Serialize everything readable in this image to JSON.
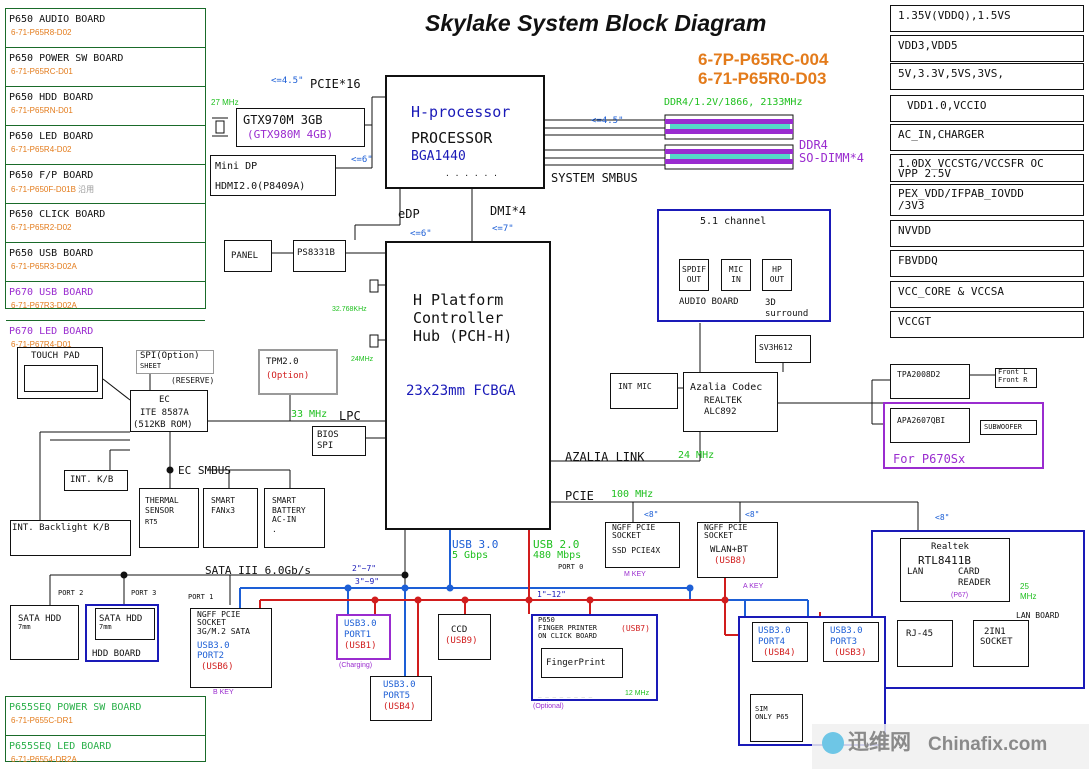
{
  "colors": {
    "blue": "#1d5fd6",
    "red": "#d11d1d",
    "green": "#20c020",
    "orange": "#e37b1b",
    "purple": "#9a2ccf",
    "navy": "#1a1ab8",
    "gray": "#9a9a9a"
  },
  "title": "Skylake System Block Diagram",
  "model_codes": [
    "6-7P-P65RC-004",
    "6-71-P65R0-D03"
  ],
  "boards": [
    {
      "name": "P650 AUDIO BOARD",
      "code": "6-71-P65R8-D02"
    },
    {
      "name": "P650 POWER SW BOARD",
      "code": "6-71-P65RC-D01"
    },
    {
      "name": "P650 HDD BOARD",
      "code": "6-71-P65RN-D01"
    },
    {
      "name": "P650 LED BOARD",
      "code": "6-71-P65R4-D02"
    },
    {
      "name": "P650 F/P BOARD",
      "code": "6-71-P650F-D01B",
      "code_note": "沿用"
    },
    {
      "name": "P650 CLICK BOARD",
      "code": "6-71-P65R2-D02"
    },
    {
      "name": "P650 USB BOARD",
      "code": "6-71-P65R3-D02A"
    },
    {
      "name": "P670 USB BOARD",
      "code": "6-71-P67R3-D02A"
    },
    {
      "name": "P670 LED BOARD",
      "code": "6-71-P67R4-D01"
    }
  ],
  "seq_boards": [
    {
      "name": "P655SEQ POWER SW BOARD",
      "code": "6-71-P655C-DR1"
    },
    {
      "name": "P655SEQ LED BOARD",
      "code": "6-71-P6554-DR2A"
    }
  ],
  "power_rails": [
    "1.35V(VDDQ),1.5VS",
    "VDD3,VDD5",
    "5V,3.3V,5VS,3VS,",
    "VDD1.0,VCCIO",
    "AC_IN,CHARGER",
    "1.0DX_VCCSTG/VCCSFR OC\nVPP 2.5V",
    "PEX_VDD/IFPAB_IOVDD\n/3V3",
    "NVVDD",
    "FBVDDQ",
    "VCC_CORE & VCCSA",
    "VCCGT"
  ],
  "cpu": {
    "l1": "H-processor",
    "l2": "PROCESSOR",
    "l3": "BGA1440",
    "dots": ". . . . . ."
  },
  "pch": {
    "l1": "H Platform",
    "l2": "Controller",
    "l3": "Hub (PCH-H)",
    "pkg": "23x23mm FCBGA"
  },
  "gpu": {
    "name": "GTX970M 3GB",
    "alt": "(GTX980M 4GB)",
    "clk": "27 MHz"
  },
  "minidp": {
    "l1": "Mini DP",
    "l2": "HDMI2.0(P8409A)"
  },
  "panel": "PANEL",
  "ps8331": "PS8331B",
  "pcie16": {
    "len": "<=4.5\"",
    "label": "PCIE*16"
  },
  "hdmi_len": "<=6\"",
  "edp": {
    "label": "eDP",
    "len": "<=6\""
  },
  "dmi": {
    "label": "DMI*4",
    "len": "<=7\""
  },
  "ddr": {
    "spec": "DDR4/1.2V/1866, 2133MHz",
    "len": "<=4.5\"",
    "l1": "DDR4",
    "l2": "SO-DIMM*4",
    "smbus": "SYSTEM SMBUS"
  },
  "clk": {
    "rtc": "32.768KHz",
    "pch": "24MHz"
  },
  "audio": {
    "title": "5.1 channel",
    "ports": [
      [
        "SPDIF",
        "OUT"
      ],
      [
        "MIC",
        "IN"
      ],
      [
        "HP",
        "OUT"
      ]
    ],
    "board": "AUDIO BOARD",
    "surround": "3D\nsurround"
  },
  "sv3h": "SV3H612",
  "codec": {
    "l1": "Azalia Codec",
    "l2": "REALTEK",
    "l3": "ALC892"
  },
  "int_mic": "INT MIC",
  "tpa": "TPA2008D2",
  "front": [
    "Front L",
    "Front R"
  ],
  "apa": "APA2607QBI",
  "sub": "SUBWOOFER",
  "p670": "For P670Sx",
  "azalia": {
    "label": "AZALIA LINK",
    "clk": "24 MHz"
  },
  "touchpad": "TOUCH PAD",
  "spi": {
    "l1": "SPI(Option)",
    "l2": "SHEET",
    "reserve": "(RESERVE)"
  },
  "tpm": {
    "l1": "TPM2.0",
    "l2": "(Option)"
  },
  "ec": {
    "l1": "EC",
    "l2": "ITE 8587A",
    "l3": "(512KB ROM)"
  },
  "lpc": {
    "clk": "33 MHz",
    "label": "LPC"
  },
  "bios": {
    "l1": "BIOS",
    "l2": "SPI"
  },
  "intkb": "INT. K/B",
  "ecsmbus": "EC SMBUS",
  "backlight": "INT. Backlight K/B",
  "thermal": {
    "l1": "THERMAL",
    "l2": "SENSOR",
    "l3": "RT5"
  },
  "fan": {
    "l1": "SMART",
    "l2": "FANx3"
  },
  "battery": {
    "l1": "SMART",
    "l2": "BATTERY",
    "l3": "AC-IN",
    "l4": "."
  },
  "pcie": {
    "label": "PCIE",
    "clk": "100 MHz",
    "len": "<8\""
  },
  "ssd": {
    "l1": "NGFF PCIE",
    "l2": "SOCKET",
    "l3": "SSD PCIE4X",
    "port": "PORT 0",
    "key": "M KEY"
  },
  "wlan": {
    "l1": "NGFF PCIE",
    "l2": "SOCKET",
    "l3": "WLAN+BT",
    "l4": "(USB8)",
    "key": "A KEY",
    "len": "<8\""
  },
  "lan_len": "<8\"",
  "lan": {
    "l1": "Realtek",
    "l2": "RTL8411B",
    "l3": "LAN",
    "l4": "CARD",
    "l5": "READER",
    "l6": "(P67)",
    "clk": "25\nMHz",
    "board": "LAN BOARD"
  },
  "rj45": "RJ-45",
  "twoin1": {
    "l1": "2IN1",
    "l2": "SOCKET"
  },
  "usb30": {
    "label": "USB 3.0",
    "speed": "5 Gbps"
  },
  "usb20": {
    "label": "USB 2.0",
    "speed": "480 Mbps"
  },
  "sata": {
    "label": "SATA III 6.0Gb/s",
    "len1": "2\"~7\"",
    "len2": "3\"~9\"",
    "len3": "1\"~12\""
  },
  "ports": {
    "p2": "PORT 2",
    "p3": "PORT 3",
    "p1": "PORT 1"
  },
  "sata_hdd": {
    "l1": "SATA HDD",
    "l2": "7mm"
  },
  "hdd_board": "HDD BOARD",
  "ngff_sata": {
    "l1": "NGFF PCIE",
    "l2": "SOCKET",
    "l3": "3G/M.2 SATA",
    "l4": "USB3.0",
    "l5": "PORT2",
    "l6": "(USB6)",
    "key": "B KEY"
  },
  "usb_p1": {
    "l1": "USB3.0",
    "l2": "PORT1",
    "l3": "(USB1)",
    "note": "(Charging)"
  },
  "usb_p5": {
    "l1": "USB3.0",
    "l2": "PORT5",
    "l3": "(USB4)"
  },
  "ccd": {
    "l1": "CCD",
    "l2": "(USB9)"
  },
  "fp": {
    "l1": "P650",
    "l2": "FINGER PRINTER",
    "l3": "(USB7)",
    "l4": "ON CLICK BOARD",
    "box": "FingerPrint",
    "clk": "12 MHz",
    "opt": "(Optional)",
    "dash": "_ _ _ _ _ _ _ _"
  },
  "usb_p4": {
    "l1": "USB3.0",
    "l2": "PORT4",
    "l3": "(USB4)"
  },
  "usb_p3": {
    "l1": "USB3.0",
    "l2": "PORT3",
    "l3": "(USB3)"
  },
  "sim": {
    "l1": "SIM",
    "l2": "ONLY P65"
  },
  "watermark": {
    "cn": "迅维网",
    "en": "Chinafix.com"
  }
}
